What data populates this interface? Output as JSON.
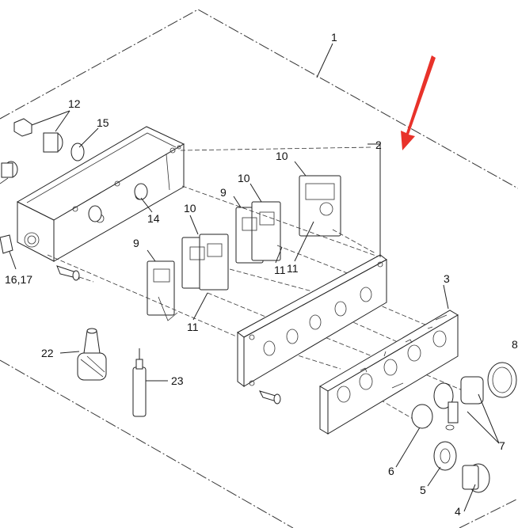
{
  "callouts": {
    "c1": "1",
    "c2": "2",
    "c3": "3",
    "c4": "4",
    "c5": "5",
    "c6": "6",
    "c7": "7",
    "c8": "8",
    "c9a": "9",
    "c9b": "9",
    "c10a": "10",
    "c10b": "10",
    "c10c": "10",
    "c11a": "11",
    "c11b": "11",
    "c11c": "11",
    "c12": "12",
    "c14": "14",
    "c15": "15",
    "c1617": "16,17",
    "c22": "22",
    "c23": "23"
  },
  "colors": {
    "line": "#222222",
    "pointer_arrow": "#e8322a",
    "background": "#ffffff"
  }
}
